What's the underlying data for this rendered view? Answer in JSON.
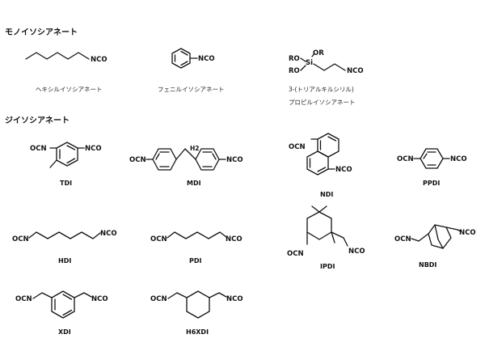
{
  "sections": {
    "mono": "モノイソシアネート",
    "di": "ジイソシアネート"
  },
  "groups": {
    "nco": "NCO",
    "ocn": "OCN",
    "ro": "RO",
    "or": "OR",
    "si": "Si",
    "h2": "H2"
  },
  "mono": {
    "hexyl": "ヘキシルイソシアネート",
    "phenyl": "フェニルイソシアネート",
    "silyl_line1": "3-(トリアルキルシリル)",
    "silyl_line2": "プロピルイソシアネート"
  },
  "di": {
    "tdi": "TDI",
    "mdi": "MDI",
    "ndi": "NDI",
    "ppdi": "PPDI",
    "hdi": "HDI",
    "pdi": "PDI",
    "ipdi": "IPDI",
    "nbdi": "NBDI",
    "xdi": "XDI",
    "h6xdi": "H6XDI"
  }
}
